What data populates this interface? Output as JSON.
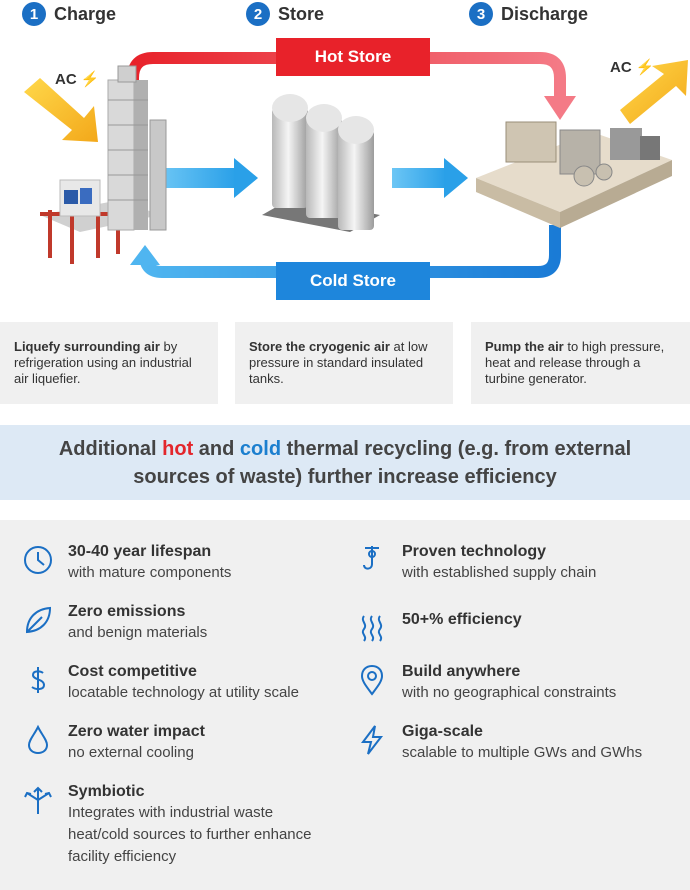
{
  "steps": [
    {
      "num": "1",
      "label": "Charge"
    },
    {
      "num": "2",
      "label": "Store"
    },
    {
      "num": "3",
      "label": "Discharge"
    }
  ],
  "stores": {
    "hot": "Hot Store",
    "cold": "Cold Store"
  },
  "ac": {
    "left": "AC",
    "right": "AC"
  },
  "info": [
    {
      "bold": "Liquefy surrounding air",
      "rest": " by refrigeration using an industrial air liquefier."
    },
    {
      "bold": "Store the cryogenic air",
      "rest": " at low pressure in standard insulated tanks."
    },
    {
      "bold": "Pump the air",
      "rest": " to high pressure, heat and release through a turbine generator."
    }
  ],
  "banner": {
    "pre": "Additional ",
    "hot": "hot",
    "mid": " and ",
    "cold": "cold",
    "post": " thermal recycling (e.g. from external sources of waste) further increase efficiency"
  },
  "benefits": [
    {
      "icon": "clock-icon",
      "title": "30-40 year lifespan",
      "sub": "with mature components"
    },
    {
      "icon": "leaf-icon",
      "title": "Zero emissions",
      "sub": "and benign materials"
    },
    {
      "icon": "dollar-icon",
      "title": "Cost competitive",
      "sub": "locatable technology at utility scale"
    },
    {
      "icon": "water-drop-icon",
      "title": "Zero water impact",
      "sub": "no external cooling"
    },
    {
      "icon": "arrows-icon",
      "title": "Symbiotic",
      "sub": "Integrates with industrial waste heat/cold sources to further enhance facility efficiency"
    },
    {
      "icon": "crane-hook-icon",
      "title": "Proven technology",
      "sub": "with established supply chain"
    },
    {
      "icon": "heat-waves-icon",
      "title": "50+% efficiency",
      "sub": ""
    },
    {
      "icon": "location-pin-icon",
      "title": "Build anywhere",
      "sub": "with no geographical constraints"
    },
    {
      "icon": "lightning-icon",
      "title": "Giga-scale",
      "sub": "scalable to multiple GWs and GWhs"
    }
  ],
  "colors": {
    "accent_blue": "#1b6fc4",
    "hot_red": "#e3262c",
    "cold_blue": "#1b8ee0",
    "banner_bg": "#dde9f5"
  }
}
